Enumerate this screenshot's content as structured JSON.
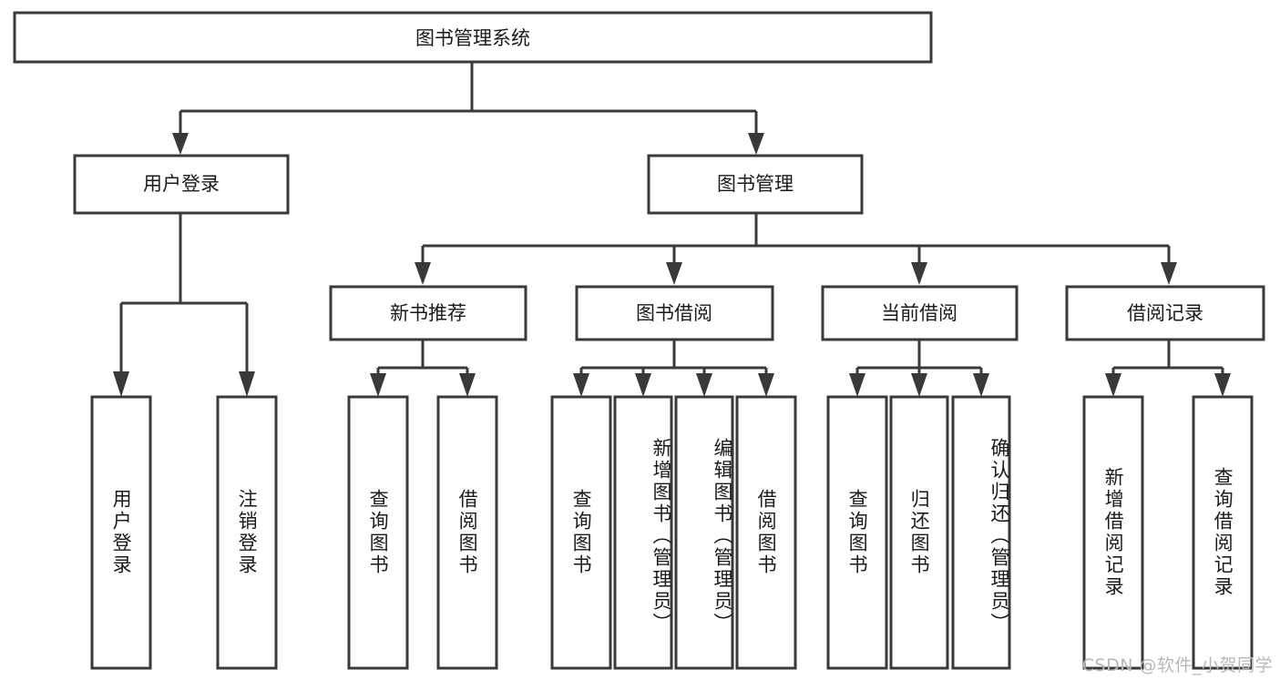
{
  "diagram": {
    "title_node": {
      "label": "图书管理系统"
    },
    "level2": [
      {
        "id": "user-login",
        "label": "用户登录"
      },
      {
        "id": "book-management",
        "label": "图书管理"
      }
    ],
    "level3": [
      {
        "id": "new-book-recommend",
        "label": "新书推荐"
      },
      {
        "id": "book-borrow",
        "label": "图书借阅"
      },
      {
        "id": "current-borrow",
        "label": "当前借阅"
      },
      {
        "id": "borrow-record",
        "label": "借阅记录"
      }
    ],
    "leaves": [
      {
        "id": "leaf-user-login",
        "label": "用户登录",
        "parent": "用户登录"
      },
      {
        "id": "leaf-user-logout",
        "label": "注销登录",
        "parent": "用户登录"
      },
      {
        "id": "leaf-query-book-1",
        "label": "查询图书",
        "parent": "新书推荐"
      },
      {
        "id": "leaf-borrow-book-1",
        "label": "借阅图书",
        "parent": "新书推荐"
      },
      {
        "id": "leaf-query-book-2",
        "label": "查询图书",
        "parent": "图书借阅"
      },
      {
        "id": "leaf-add-book",
        "label": "新增图书（管理员）",
        "parent": "图书借阅"
      },
      {
        "id": "leaf-edit-book",
        "label": "编辑图书（管理员）",
        "parent": "图书借阅"
      },
      {
        "id": "leaf-borrow-book-2",
        "label": "借阅图书",
        "parent": "图书借阅"
      },
      {
        "id": "leaf-query-book-3",
        "label": "查询图书",
        "parent": "当前借阅"
      },
      {
        "id": "leaf-return-book",
        "label": "归还图书",
        "parent": "当前借阅"
      },
      {
        "id": "leaf-confirm-return",
        "label": "确认归还（管理员）",
        "parent": "当前借阅"
      },
      {
        "id": "leaf-add-record",
        "label": "新增借阅记录",
        "parent": "借阅记录"
      },
      {
        "id": "leaf-query-record",
        "label": "查询借阅记录",
        "parent": "借阅记录"
      }
    ]
  },
  "watermark": {
    "text": "CSDN @软件_小贺同学"
  },
  "colors": {
    "stroke": "#393939",
    "box_fill": "#ffffff",
    "text": "#1a1a1a",
    "watermark": "#b9b9b9",
    "background": "#ffffff"
  }
}
